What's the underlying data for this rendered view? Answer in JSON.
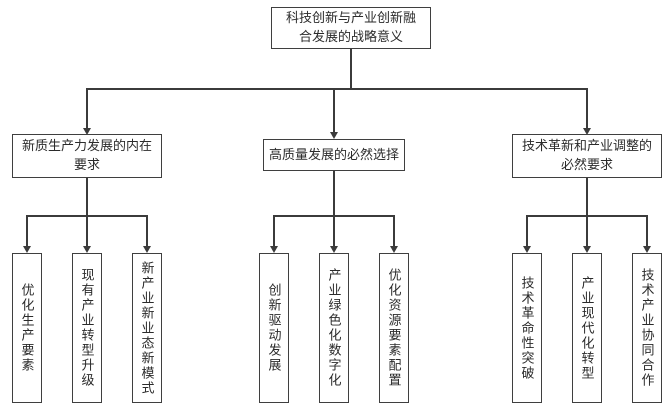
{
  "root": {
    "label": "科技创新与产业创新融合发展的战略意义"
  },
  "branches": [
    {
      "label": "新质生产力发展的内在要求",
      "children": [
        "优化生产要素",
        "现有产业转型升级",
        "新产业新业态新模式"
      ]
    },
    {
      "label": "高质量发展的必然选择",
      "children": [
        "创新驱动发展",
        "产业绿色化数字化",
        "优化资源要素配置"
      ]
    },
    {
      "label": "技术革新和产业调整的必然要求",
      "children": [
        "技术革命性突破",
        "产业现代化转型",
        "技术产业协同合作"
      ]
    }
  ]
}
